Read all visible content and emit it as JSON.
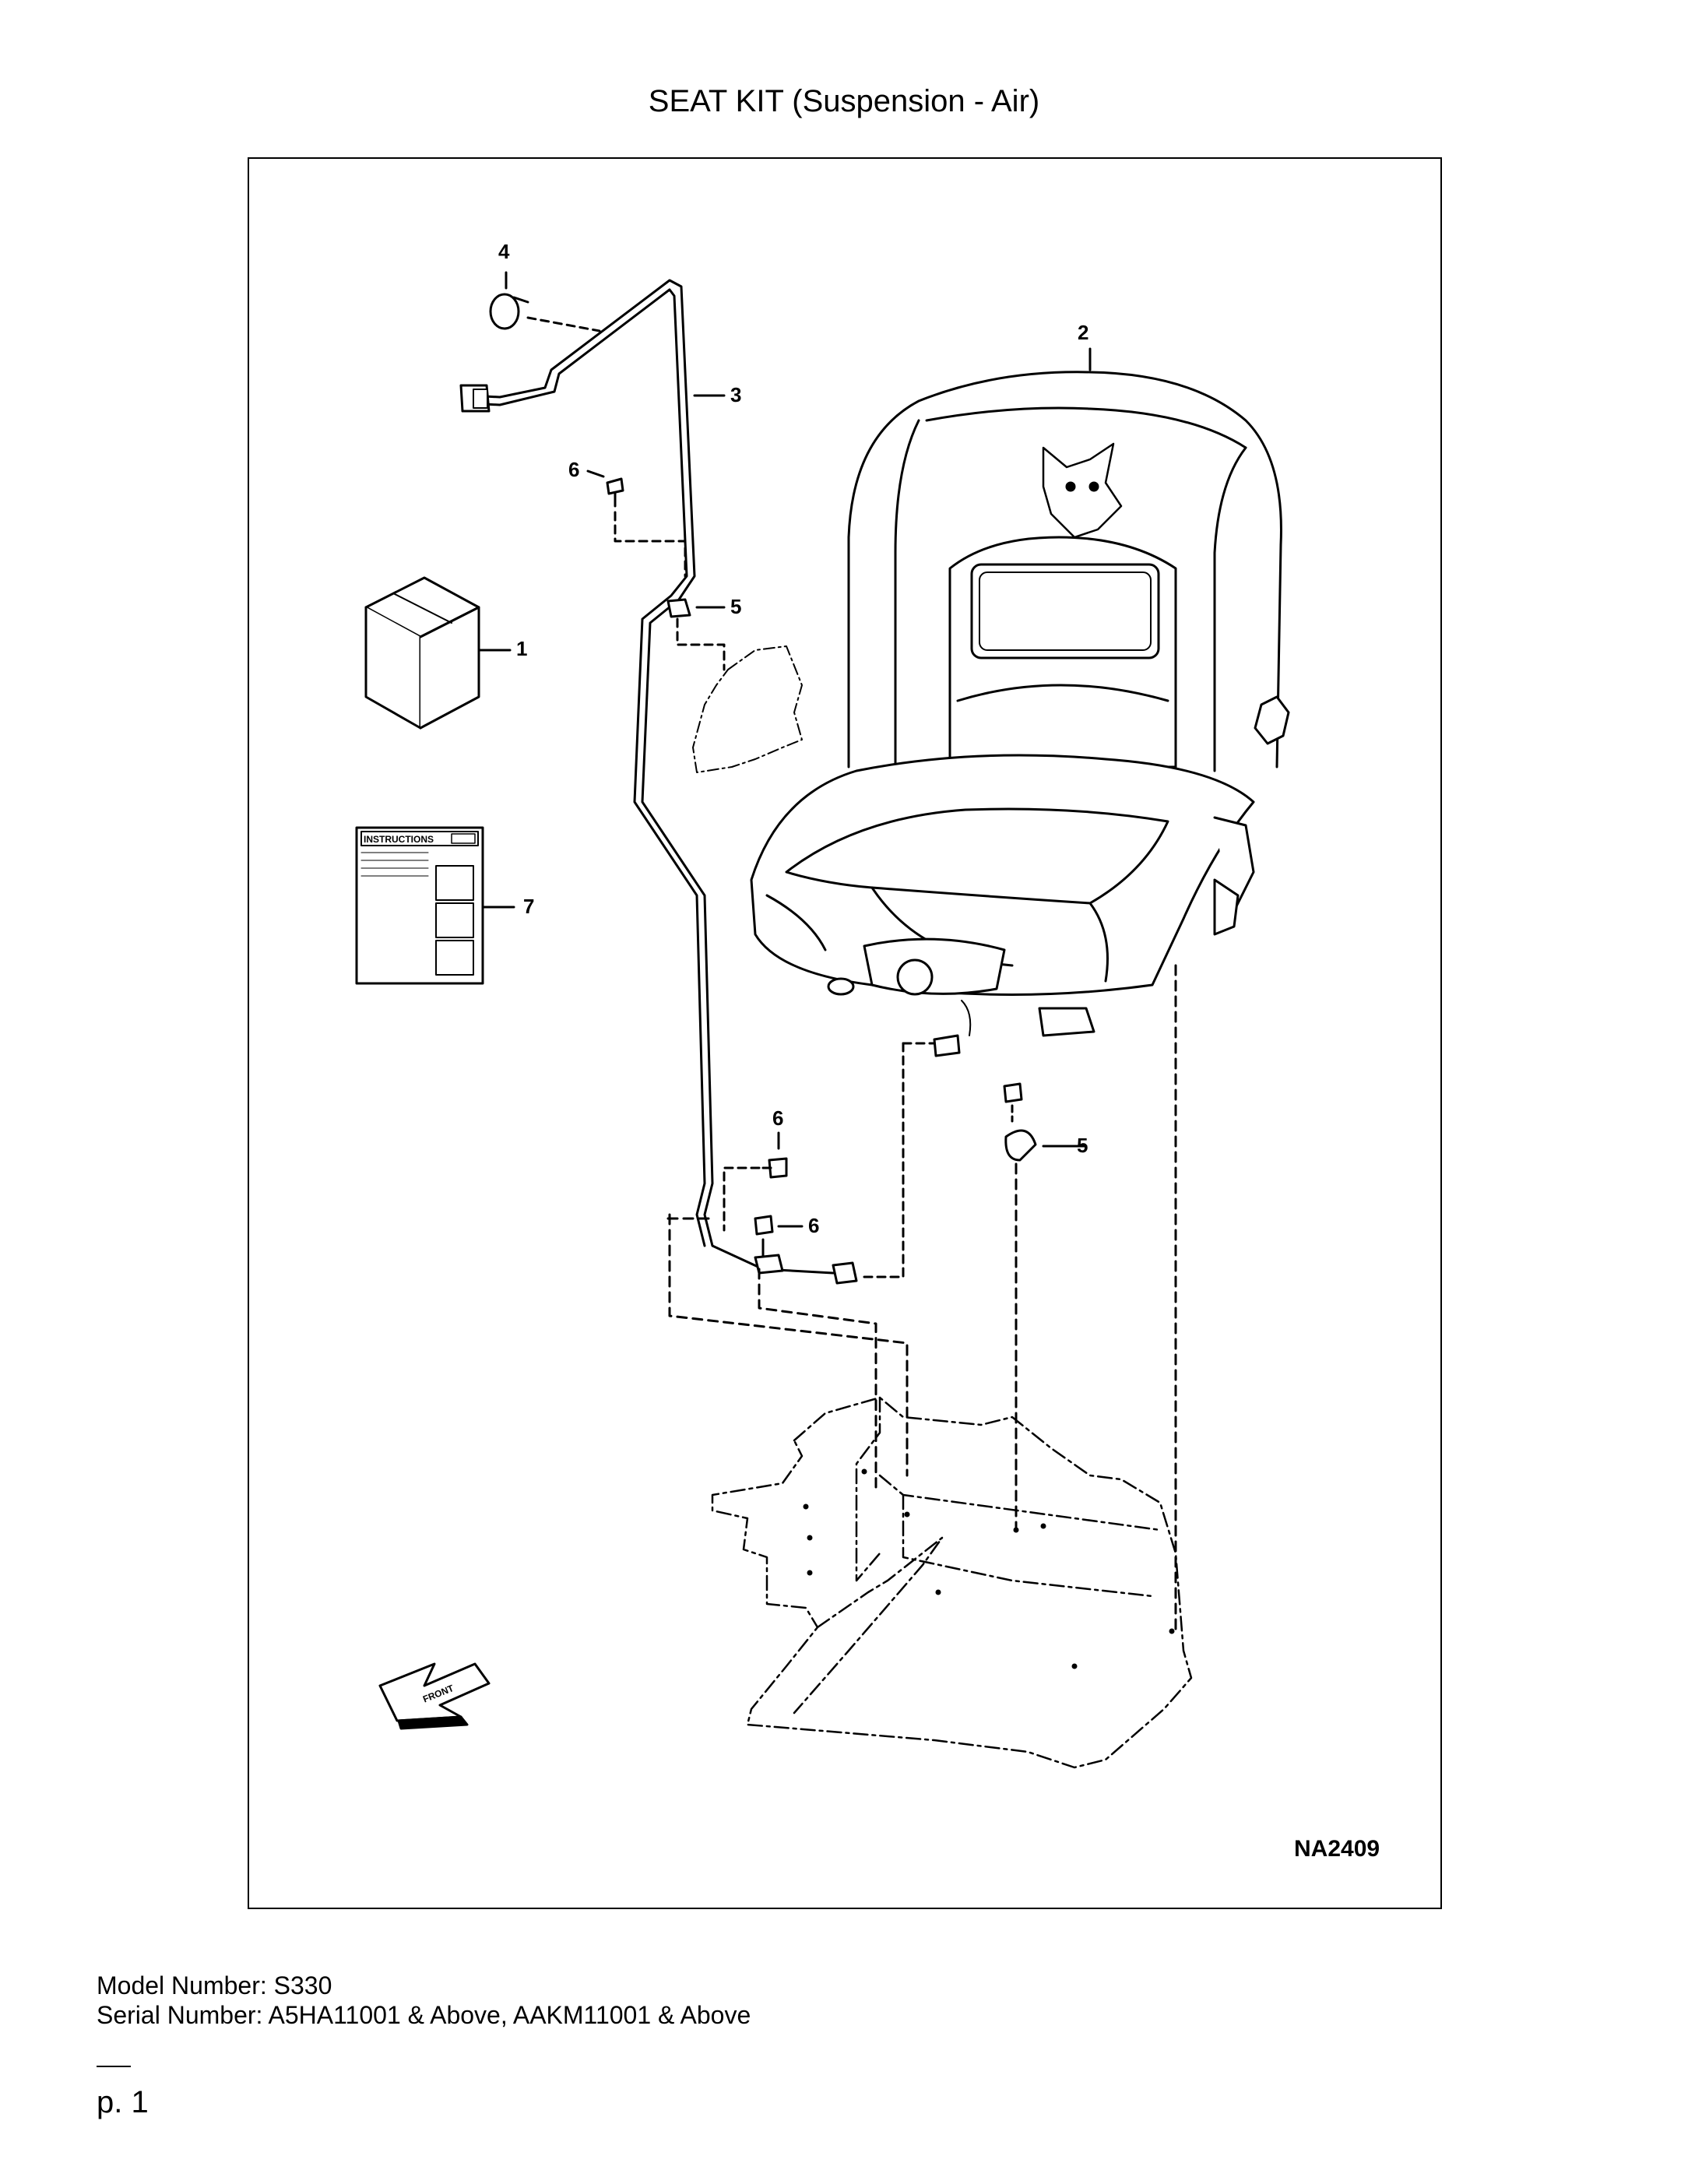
{
  "title": "SEAT KIT (Suspension - Air)",
  "figure_code": "NA2409",
  "callouts": {
    "c1": "1",
    "c2": "2",
    "c3": "3",
    "c4": "4",
    "c5a": "5",
    "c5b": "5",
    "c6a": "6",
    "c6b": "6",
    "c6c": "6",
    "c7": "7"
  },
  "instructions_label": "INSTRUCTIONS",
  "front_label": "FRONT",
  "model_line": "Model Number: S330",
  "serial_line": "Serial Number: A5HA11001 & Above, AAKM11001 & Above",
  "page_label": "p. 1"
}
